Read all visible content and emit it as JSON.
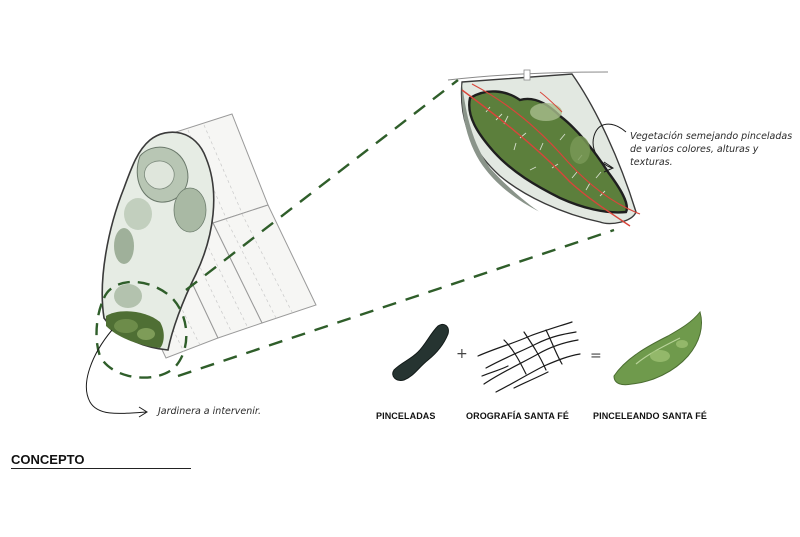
{
  "annotations": {
    "vegetation_line1": "Vegetación semejando pinceladas",
    "vegetation_line2": "de varios colores, alturas y texturas.",
    "planter": "Jardinera a intervenir."
  },
  "legend": {
    "brushstrokes": "PINCELADAS",
    "orography": "OROGRAFÍA SANTA FÉ",
    "result": "PINCELEANDO SANTA FÉ",
    "plus": "+",
    "equals": "="
  },
  "section": {
    "title": "CONCEPTO"
  },
  "colors": {
    "dashed_green": "#2f5e2a",
    "vegetation_green": "#5c7f3c",
    "dark_outline": "#222222",
    "red_line": "#d9453a",
    "pale_green": "#cfdcc9"
  }
}
